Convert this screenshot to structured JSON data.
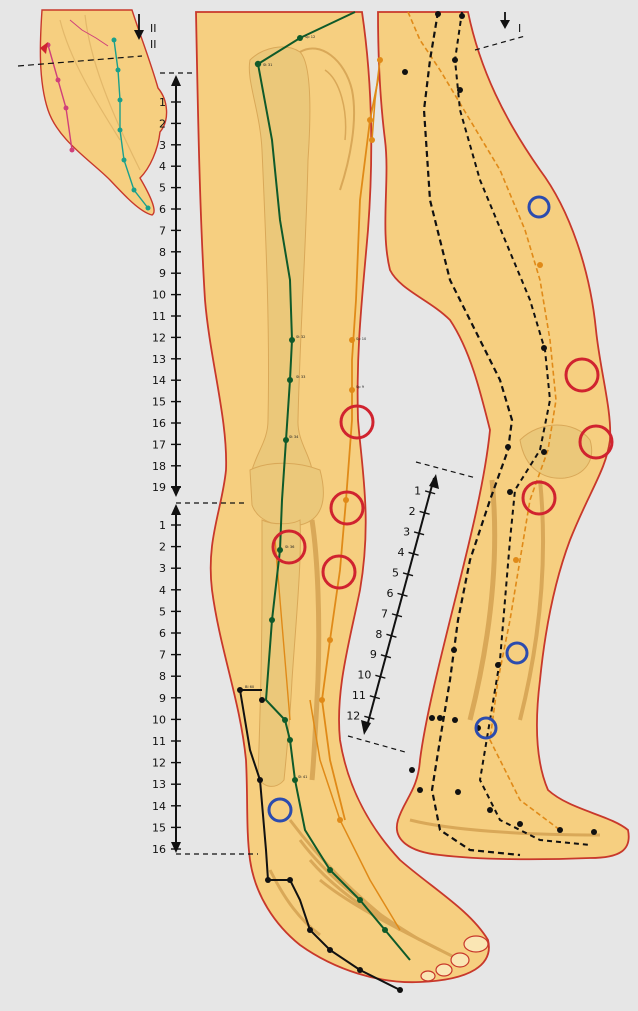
{
  "markers": {
    "marker_a": "II",
    "marker_b": "II",
    "marker_c": "I"
  },
  "scales": {
    "thigh": [
      "1",
      "2",
      "3",
      "4",
      "5",
      "6",
      "7",
      "8",
      "9",
      "10",
      "11",
      "12",
      "13",
      "14",
      "15",
      "16",
      "17",
      "18",
      "19"
    ],
    "lower_leg": [
      "1",
      "2",
      "3",
      "4",
      "5",
      "6",
      "7",
      "8",
      "9",
      "10",
      "11",
      "12",
      "13",
      "14",
      "15",
      "16"
    ],
    "side_leg": [
      "1",
      "2",
      "3",
      "4",
      "5",
      "6",
      "7",
      "8",
      "9",
      "10",
      "11",
      "12"
    ]
  },
  "colors": {
    "background": "#e6e6e6",
    "skin": "#f6cf80",
    "skin_light": "#fae6b4",
    "outline": "#c8382b",
    "bone": "#ebc87a",
    "meridian_green": "#0f5a2a",
    "meridian_dark": "#111111",
    "meridian_orange": "#e08a18",
    "meridian_pink": "#d0407a",
    "meridian_teal": "#1aa08c",
    "circle_red": "#d0232f",
    "circle_blue": "#2c4cae"
  },
  "icons": {
    "red_circle": "red-point-circle-icon",
    "blue_circle": "blue-point-circle-icon",
    "arrow": "down-arrow-icon"
  }
}
